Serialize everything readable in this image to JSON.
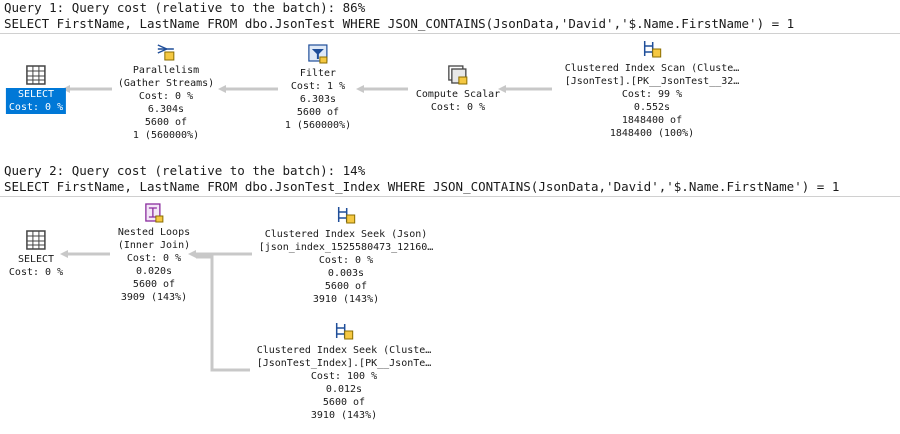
{
  "colors": {
    "selected": "#0078d7",
    "connector": "#c8c8c8"
  },
  "query1": {
    "header": "Query 1: Query cost (relative to the batch): 86%",
    "sql": "SELECT FirstName, LastName FROM dbo.JsonTest WHERE JSON_CONTAINS(JsonData,'David','$.Name.FirstName') = 1",
    "nodes": {
      "select": {
        "icon": "select-icon",
        "lines": [
          "SELECT",
          "Cost: 0 %"
        ]
      },
      "parallelism": {
        "icon": "parallelism-icon",
        "lines": [
          "Parallelism",
          "(Gather Streams)",
          "Cost: 0 %",
          "6.304s",
          "5600 of",
          "1 (560000%)"
        ]
      },
      "filter": {
        "icon": "filter-icon",
        "lines": [
          "Filter",
          "Cost: 1 %",
          "6.303s",
          "5600 of",
          "1 (560000%)"
        ]
      },
      "compute": {
        "icon": "compute-scalar-icon",
        "lines": [
          "Compute Scalar",
          "Cost: 0 %"
        ]
      },
      "scan": {
        "icon": "clustered-index-scan-icon",
        "lines": [
          "Clustered Index Scan (Cluste…",
          "[JsonTest].[PK__JsonTest__32…",
          "Cost: 99 %",
          "0.552s",
          "1848400 of",
          "1848400 (100%)"
        ]
      }
    }
  },
  "query2": {
    "header": "Query 2: Query cost (relative to the batch): 14%",
    "sql": "SELECT FirstName, LastName FROM dbo.JsonTest_Index WHERE JSON_CONTAINS(JsonData,'David','$.Name.FirstName') = 1",
    "nodes": {
      "select": {
        "icon": "select-icon",
        "lines": [
          "SELECT",
          "Cost: 0 %"
        ]
      },
      "nested": {
        "icon": "nested-loops-icon",
        "lines": [
          "Nested Loops",
          "(Inner Join)",
          "Cost: 0 %",
          "0.020s",
          "5600 of",
          "3909 (143%)"
        ]
      },
      "seek1": {
        "icon": "clustered-index-seek-icon",
        "lines": [
          "Clustered Index Seek (Json)",
          "[json_index_1525580473_12160…",
          "Cost: 0 %",
          "0.003s",
          "5600 of",
          "3910 (143%)"
        ]
      },
      "seek2": {
        "icon": "clustered-index-seek-icon",
        "lines": [
          "Clustered Index Seek (Cluste…",
          "[JsonTest_Index].[PK__JsonTe…",
          "Cost: 100 %",
          "0.012s",
          "5600 of",
          "3910 (143%)"
        ]
      }
    }
  }
}
